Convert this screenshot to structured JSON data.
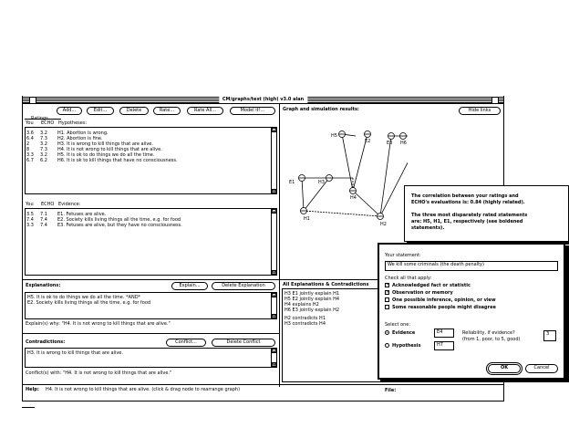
{
  "window": {
    "title": "CM/graphs/test (high) v3.0 alan"
  },
  "toolbar": {
    "add": "Add...",
    "edit": "Edit...",
    "delete": "Delete",
    "rate": "Rate...",
    "rate_all": "Rate All...",
    "model_it": "Model it!...",
    "hide_links": "Hide links"
  },
  "ratings_header": "Ratings",
  "hypotheses": {
    "col_you": "You",
    "col_echo": "ECHO",
    "heading": "Hypotheses:",
    "rows": [
      {
        "you": "3.6",
        "echo": "3.2",
        "text": "H1. Abortion is wrong."
      },
      {
        "you": "6.4",
        "echo": "7.3",
        "text": "H2. Abortion is fine."
      },
      {
        "you": "2",
        "echo": "3.2",
        "text": "H3. It is wrong to kill things that are alive."
      },
      {
        "you": "8",
        "echo": "7.3",
        "text": "H4. It is not wrong to kill things that are alive."
      },
      {
        "you": "3.3",
        "echo": "3.2",
        "text": "H5. It is ok to do things we do all the time."
      },
      {
        "you": "6.7",
        "echo": "6.2",
        "text": "H6. It is ok to kill things that have no consciousness."
      }
    ]
  },
  "evidence": {
    "col_you": "You",
    "col_echo": "ECHO",
    "heading": "Evidence:",
    "rows": [
      {
        "you": "3.5",
        "echo": "7.1",
        "text": "E1. Fetuses are alive."
      },
      {
        "you": "7.4",
        "echo": "7.4",
        "text": "E2. Society kills living things all the time, e.g. for food"
      },
      {
        "you": "3.3",
        "echo": "7.4",
        "text": "E3. Fetuses are alive, but they have no consciousness."
      }
    ]
  },
  "explanations": {
    "heading": "Explanations:",
    "explain_button": "Explain...",
    "delete_button": "Delete Explanation",
    "lines": [
      "H5. It is ok to do things we do all the time. *AND*",
      "E2. Society kills living things all the time, e.g. for food"
    ],
    "footer": "Explain(s) why: \"H4. It is not wrong to kill things that are alive.\""
  },
  "contradictions": {
    "heading": "Contradictions:",
    "conflict_button": "Conflict...",
    "delete_button": "Delete Conflict",
    "lines": [
      "H3. It is wrong to kill things that are alive."
    ],
    "footer": "Conflict(s) with: \"H4. It is not wrong to kill things that are alive.\""
  },
  "graph": {
    "heading": "Graph and simulation results:",
    "nodes": [
      "H5",
      "E2",
      "E3",
      "H6",
      "H4",
      "E1",
      "H3",
      "H1",
      "H2"
    ]
  },
  "all_panel": {
    "heading": "All Explanations & Contradictions",
    "explanations": [
      "H3 E1 jointly explain H1",
      "H5 E2 jointly explain H4",
      "H4 explains H2",
      "H6 E3 jointly explain H2"
    ],
    "contradictions": [
      "H2 contradicts H1",
      "H3 contradicts H4"
    ]
  },
  "help": {
    "label": "Help:",
    "text": "H4. It is not wrong to kill things that are alive. (click & drag node to rearrange graph)",
    "file_label": "File:"
  },
  "correlation_popup": {
    "line1": "The correlation between your ratings and",
    "line2": "ECHO's evaluations is: 0.84 (highly related).",
    "line3": "The three most disparately rated statements",
    "line4": "are: H5, H1, E1, respectively (see boldened",
    "line5": "statements)."
  },
  "statement_dialog": {
    "label": "Your statement:",
    "value": "We kill some criminals (the death penalty)",
    "check_label": "Check all that apply:",
    "checks": [
      {
        "label": "Acknowledged fact or statistic",
        "checked": true
      },
      {
        "label": "Observation or memory",
        "checked": true
      },
      {
        "label": "One possible inference, opinion, or view",
        "checked": false
      },
      {
        "label": "Some reasonable people might disagree",
        "checked": false
      }
    ],
    "select_label": "Select one:",
    "evidence_label": "Evidence",
    "evidence_value": "E4",
    "hypothesis_label": "Hypothesis",
    "hypothesis_value": "H7",
    "reliability_label": "Reliability, if evidence?",
    "reliability_hint": "(from 1, poor, to 5, good)",
    "reliability_value": "3",
    "ok": "OK",
    "cancel": "Cancel"
  }
}
